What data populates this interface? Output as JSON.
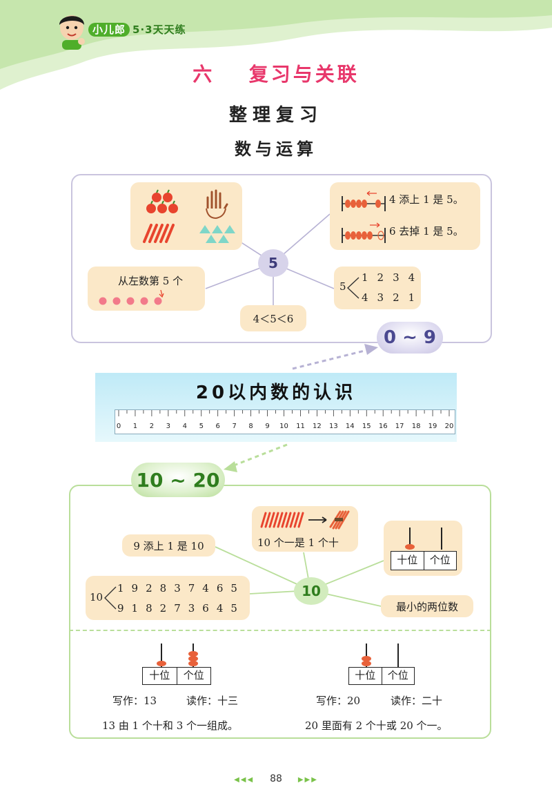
{
  "header": {
    "brand_highlight": "小儿郎",
    "brand_rest": "5·3天天练",
    "chapter_number": "六",
    "chapter_title": "复习与关联",
    "subtitle": "整理复习",
    "section": "数与运算"
  },
  "panel_0_9": {
    "center": "5",
    "badge": "0 ~ 9",
    "abacus_add": "4 添上 1 是 5。",
    "abacus_remove": "6 去掉 1 是 5。",
    "ordinal": "从左数第 5 个",
    "compare": "4＜5＜6",
    "split_total": "5",
    "split_top": [
      "1",
      "2",
      "3",
      "4"
    ],
    "split_bottom": [
      "4",
      "3",
      "2",
      "1"
    ]
  },
  "ruler": {
    "title": "20以内数的认识",
    "ticks": [
      "0",
      "1",
      "2",
      "3",
      "4",
      "5",
      "6",
      "7",
      "8",
      "9",
      "10",
      "11",
      "12",
      "13",
      "14",
      "15",
      "16",
      "17",
      "18",
      "19",
      "20"
    ]
  },
  "panel_10_20": {
    "badge": "10 ~ 20",
    "center": "10",
    "add_one": "9 添上 1 是 10",
    "bundle_text": "10 个一是 1 个十",
    "smallest": "最小的两位数",
    "tens_label": "十位",
    "ones_label": "个位",
    "split_total": "10",
    "split_top": [
      "1",
      "9",
      "2",
      "8",
      "3",
      "7",
      "4",
      "6",
      "5"
    ],
    "split_bottom": [
      "9",
      "1",
      "8",
      "2",
      "7",
      "3",
      "6",
      "4",
      "5"
    ],
    "example_13": {
      "tens_label": "十位",
      "ones_label": "个位",
      "write": "写作：13",
      "read": "读作：十三",
      "desc": "13 由 1 个十和 3 个一组成。"
    },
    "example_20": {
      "tens_label": "十位",
      "ones_label": "个位",
      "write": "写作：20",
      "read": "读作：二十",
      "desc": "20 里面有 2 个十或 20 个一。"
    }
  },
  "footer": {
    "left_arrows": "◀◀◀",
    "page": "88",
    "right_arrows": "▶▶▶"
  },
  "colors": {
    "chapter": "#e8376b",
    "green_accent": "#4fae2a",
    "purple_border": "#c9c4de",
    "green_border": "#b9de9a",
    "card": "#fbe8c8",
    "bead": "#e8613a"
  }
}
